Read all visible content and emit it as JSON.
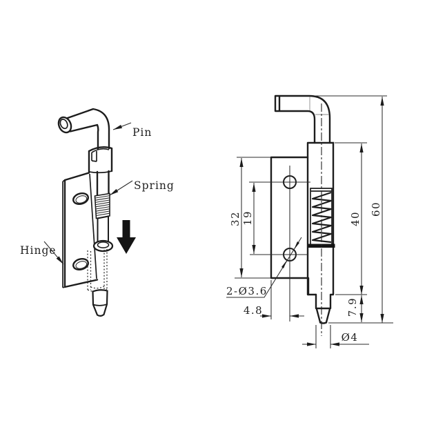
{
  "background": "#ffffff",
  "line_color": "#1c1c1c",
  "views": {
    "pictorial": {
      "labels": {
        "pin": "Pin",
        "spring": "Spring",
        "hinge": "Hinge"
      }
    },
    "orthographic": {
      "dimensions": {
        "plate_height": "32",
        "hole_spacing": "19",
        "body_length": "40",
        "overall_length": "60",
        "pin_protrusion": "7.9",
        "hole_edge_offset": "4.8",
        "pin_diameter": "Ø4",
        "holes_spec": "2-Ø3.6"
      }
    }
  }
}
